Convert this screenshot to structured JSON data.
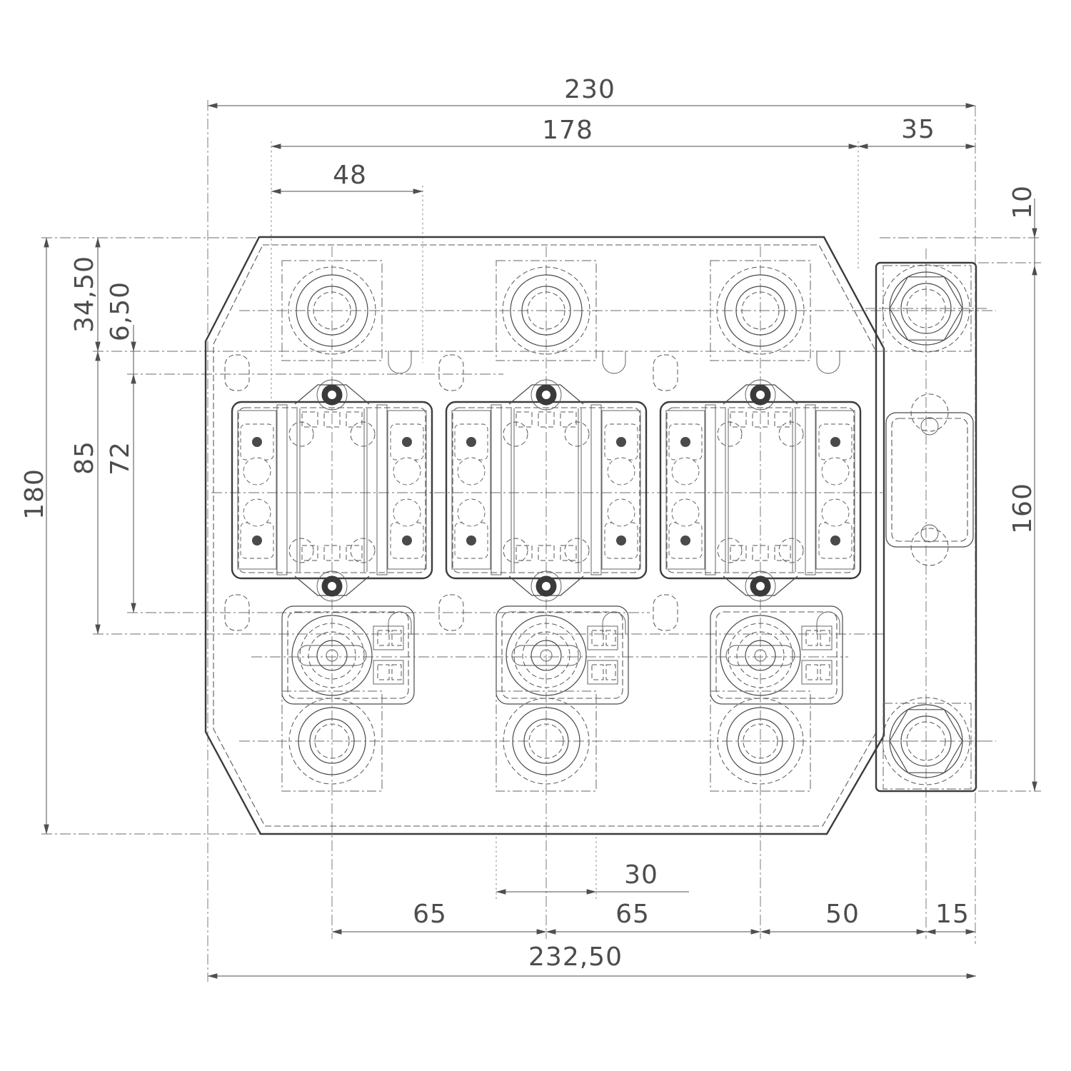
{
  "drawing": {
    "type": "technical-dimension-drawing",
    "views": "top view, 3-pole electrical switch / fuse base with right mounting flange",
    "units_style": "millimetres, comma decimal separator",
    "dims": {
      "total_width": "230",
      "inner_width": "178",
      "right_width": "35",
      "terminal_box_width": "48",
      "right_top_offset": "10",
      "right_plate_height": "160",
      "total_height": "180",
      "top_offset": "34,50",
      "rail_offset": "6,50",
      "mid_height": "85",
      "rail_height": "72",
      "bottom_box_width": "30",
      "pole_pitch_1": "65",
      "pole_pitch_2": "65",
      "bolt_spacing": "50",
      "edge_margin": "15",
      "bottom_total_width": "232,50"
    }
  }
}
